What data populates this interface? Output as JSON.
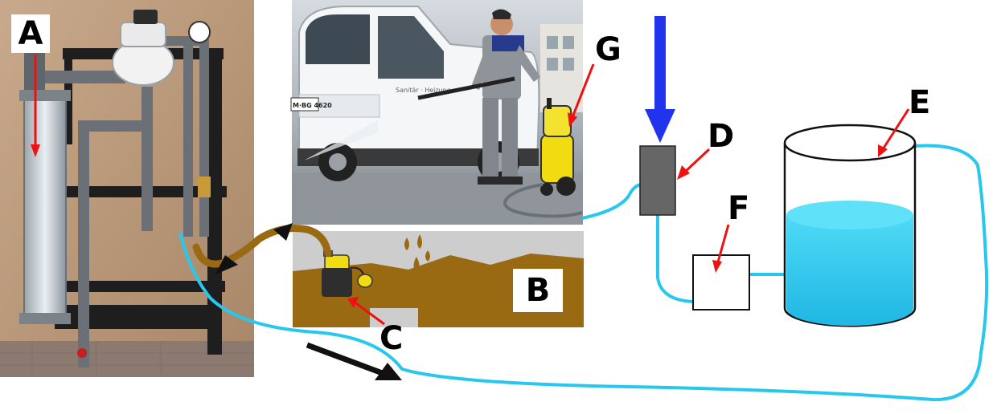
{
  "labels": {
    "a": "A",
    "b": "B",
    "c": "C",
    "d": "D",
    "e": "E",
    "f": "F",
    "g": "G"
  },
  "photos": {
    "van_plate": "M·BG 4620",
    "van_side_text": "Sanitär · Heizung"
  },
  "colors": {
    "water_line": "#28c8ee",
    "sludge": "#9a6a12",
    "inflow_arrow": "#2233ee",
    "pointer_arrow": "#ee1111",
    "tank_water": "#2ad0f4",
    "block_d": "#666666",
    "pump_yellow": "#f0dc10"
  }
}
